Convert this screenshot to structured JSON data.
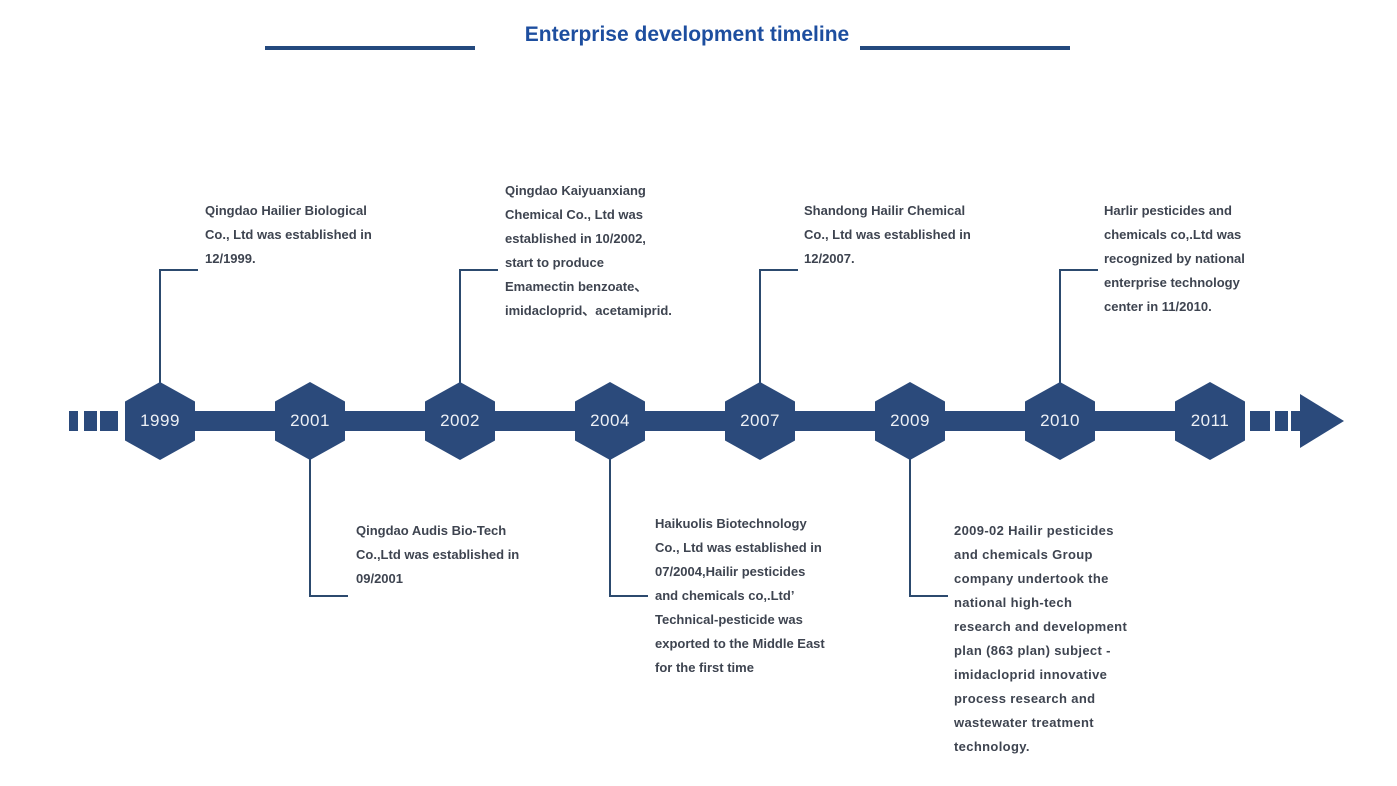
{
  "header": {
    "title": "Enterprise development timeline"
  },
  "colors": {
    "timeline_navy": "#2b4a7b",
    "title_blue": "#1d4e9f",
    "decor_line": "#24497e",
    "body_text": "#3e4450",
    "year_text": "#edf0f5"
  },
  "timeline": {
    "years": [
      "1999",
      "2001",
      "2002",
      "2004",
      "2007",
      "2009",
      "2010",
      "2011"
    ],
    "events": [
      {
        "year": "1999",
        "position": "above",
        "lines": [
          "Qingdao Hailier Biological",
          "Co., Ltd was established in",
          "12/1999."
        ]
      },
      {
        "year": "2001",
        "position": "below",
        "lines": [
          "Qingdao Audis Bio-Tech",
          "Co.,Ltd was established in",
          "09/2001"
        ]
      },
      {
        "year": "2002",
        "position": "above",
        "lines": [
          "Qingdao Kaiyuanxiang",
          "Chemical Co., Ltd was",
          "established in 10/2002,",
          "start to produce",
          "Emamectin benzoate、",
          "imidacloprid、acetamiprid."
        ]
      },
      {
        "year": "2004",
        "position": "below",
        "lines": [
          "Haikuolis Biotechnology",
          "Co., Ltd was established in",
          "07/2004,Hailir pesticides",
          "and chemicals co,.Ltd’",
          "Technical-pesticide was",
          "exported to the Middle East",
          "for the first time"
        ]
      },
      {
        "year": "2007",
        "position": "above",
        "lines": [
          "Shandong Hailir Chemical",
          "Co., Ltd was established in",
          "12/2007."
        ]
      },
      {
        "year": "2009",
        "position": "below",
        "lines": [
          "2009-02 Hailir pesticides",
          "and chemicals Group",
          "company undertook the",
          "national high-tech",
          "research and development",
          "plan (863 plan) subject -",
          "imidacloprid innovative",
          "process research and",
          "wastewater treatment",
          "technology."
        ]
      },
      {
        "year": "2010",
        "position": "above",
        "lines": [
          "Harlir pesticides and",
          "chemicals co,.Ltd was",
          "recognized by national",
          "enterprise technology",
          "center in 11/2010."
        ]
      }
    ]
  }
}
